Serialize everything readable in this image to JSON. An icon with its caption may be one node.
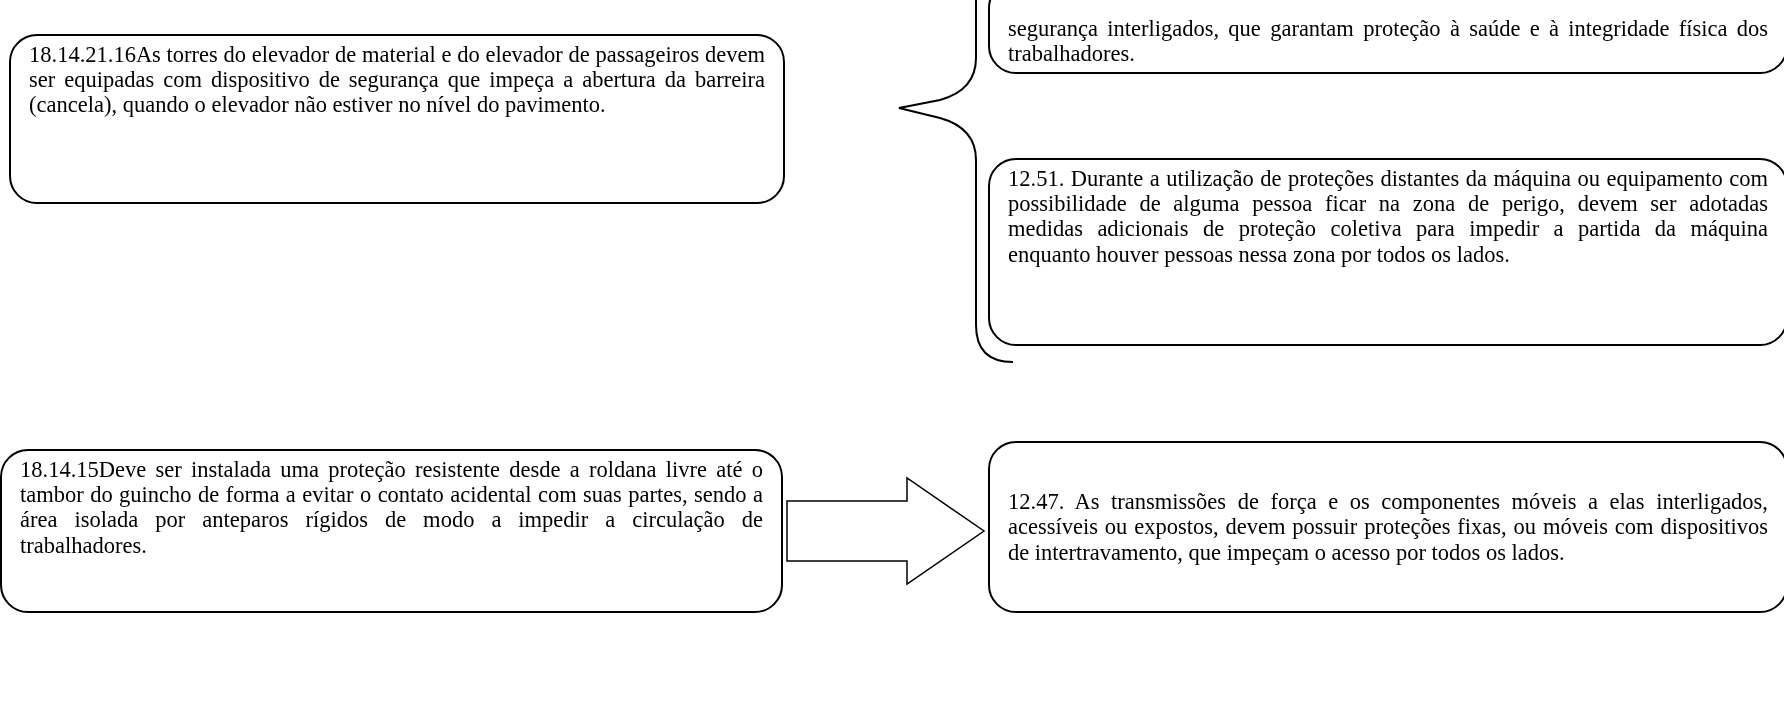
{
  "diagram": {
    "nodes": [
      {
        "text": [
          "18.14.21.16As torres do elevador de material e do elevador de passageiros devem ser equipadas com dispositivo de segurança que impeça a abertura da barreira (cancela), quando o elevador não estiver no nível do pavimento."
        ]
      },
      {
        "text": [
          "segurança interligados, que garantam proteção à saúde e à integridade física dos trabalhadores."
        ]
      },
      {
        "text": [
          "12.51. Durante a utilização de proteções distantes da máquina ou equipamento com possibilidade de alguma pessoa ficar na zona de perigo, devem ser adotadas medidas adicionais de proteção coletiva para impedir a partida da máquina enquanto houver pessoas nessa zona por todos os lados."
        ]
      },
      {
        "text": [
          "18.14.15Deve ser instalada uma proteção resistente desde a roldana livre até o tambor do guincho de forma a evitar o contato acidental com suas partes, sendo a área isolada por anteparos rígidos de modo a impedir a circulação de trabalhadores."
        ]
      },
      {
        "text": [
          "12.47. As transmissões de força e os componentes móveis a elas interligados, acessíveis ou expostos, devem possuir proteções fixas, ou móveis com dispositivos de intertravamento, que impeçam o acesso por todos os lados."
        ]
      }
    ],
    "edges": [
      {
        "from": 3,
        "to": 4,
        "arrow": "to",
        "style": "thick"
      }
    ]
  }
}
